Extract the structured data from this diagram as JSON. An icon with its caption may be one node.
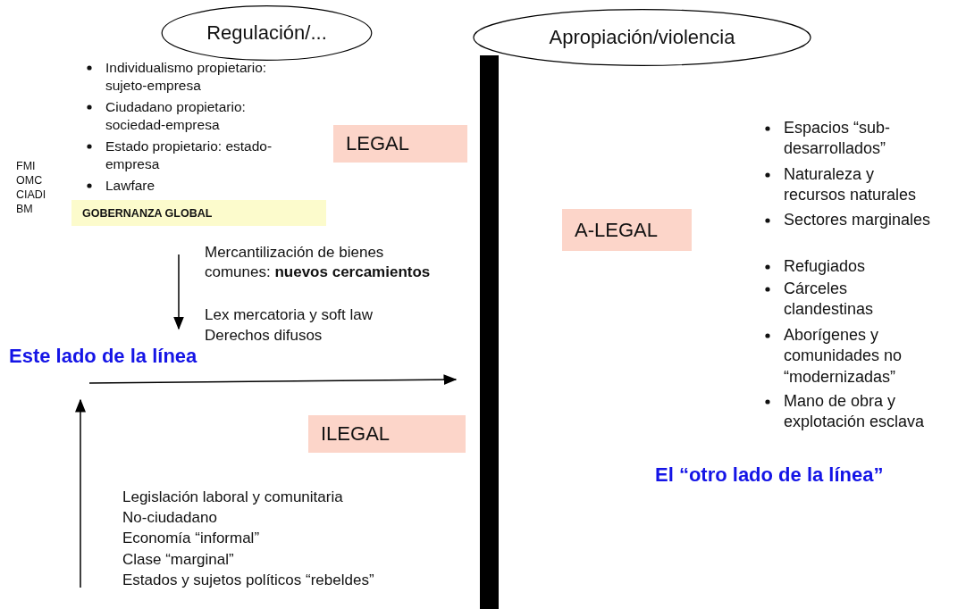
{
  "diagram": {
    "nodes": [
      {
        "text": [
          "Regulación/..."
        ]
      },
      {
        "text": [
          "Apropiación/violencia"
        ]
      },
      {
        "text": [
          "LEGAL"
        ]
      },
      {
        "text": [
          "GOBERNANZA GLOBAL"
        ]
      },
      {
        "text": [
          "A-LEGAL"
        ]
      },
      {
        "text": [
          "ILEGAL"
        ]
      },
      {
        "text": [],
        "shape": "bar"
      }
    ],
    "labels": [
      "Individualismo propietario: sujeto-empresa",
      "Ciudadano propietario: sociedad-empresa",
      "Estado propietario: estado-empresa",
      "Lawfare",
      "FMI",
      "OMC",
      "CIADI",
      "BM",
      "Mercantilización de bienes comunes: **nuevos cercamientos**",
      "Lex mercatoria y soft law",
      "Derechos difusos",
      "Este lado de la línea",
      "Legislación laboral y comunitaria",
      "No-ciudadano",
      "Economía “informal”",
      "Clase “marginal”",
      "Estados y sujetos políticos “rebeldes”",
      "Espacios “sub-desarrollados”",
      "Naturaleza y recursos naturales",
      "Sectores marginales",
      "Refugiados",
      "Cárceles clandestinas",
      "Aborígenes y comunidades no “modernizadas”",
      "Mano de obra y explotación esclava",
      "El “otro lado de la línea”"
    ]
  }
}
